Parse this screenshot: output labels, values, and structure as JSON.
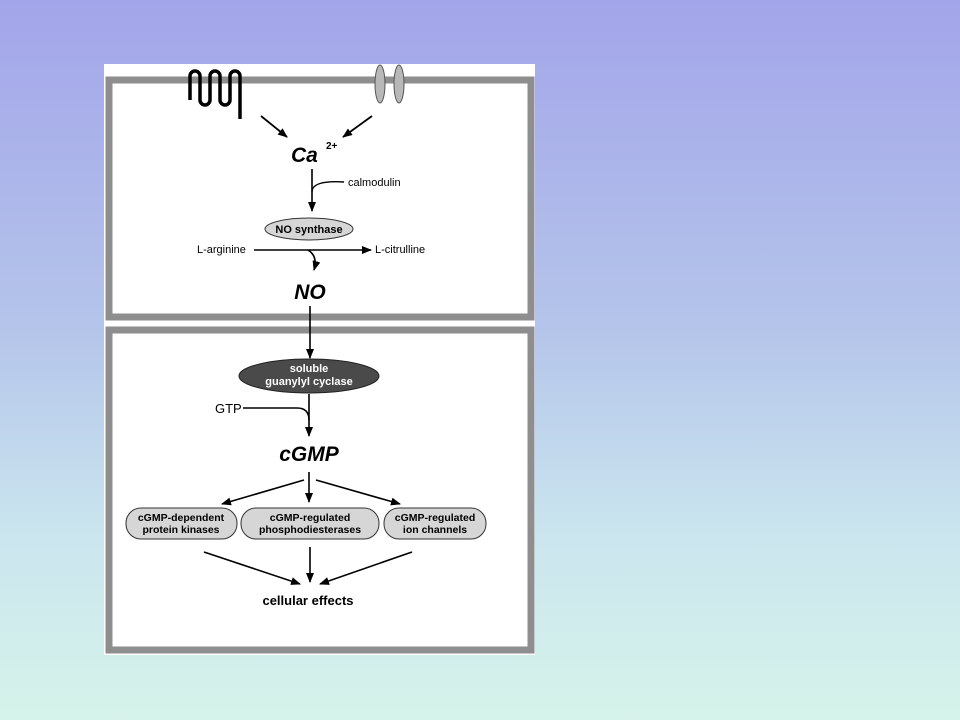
{
  "slide": {
    "background_colors": [
      "#a3a5ea",
      "#d6f3ea"
    ]
  },
  "diagram": {
    "frame_color": "#8e8e8e",
    "receptor_icon": "seven-transmembrane-receptor-icon",
    "channel_icon": "ion-channel-icon",
    "calcium": {
      "symbol": "Ca",
      "charge": "2+"
    },
    "calmodulin": "calmodulin",
    "no_synthase": "NO synthase",
    "l_arginine": "L-arginine",
    "l_citrulline": "L-citrulline",
    "no": "NO",
    "guanylyl_cyclase": {
      "line1": "soluble",
      "line2": "guanylyl cyclase",
      "fill": "#4a4a4a"
    },
    "gtp": "GTP",
    "cgmp": "cGMP",
    "targets": [
      {
        "line1": "cGMP-dependent",
        "line2": "protein kinases"
      },
      {
        "line1": "cGMP-regulated",
        "line2": "phosphodiesterases"
      },
      {
        "line1": "cGMP-regulated",
        "line2": "ion channels"
      }
    ],
    "effects": "cellular effects"
  }
}
